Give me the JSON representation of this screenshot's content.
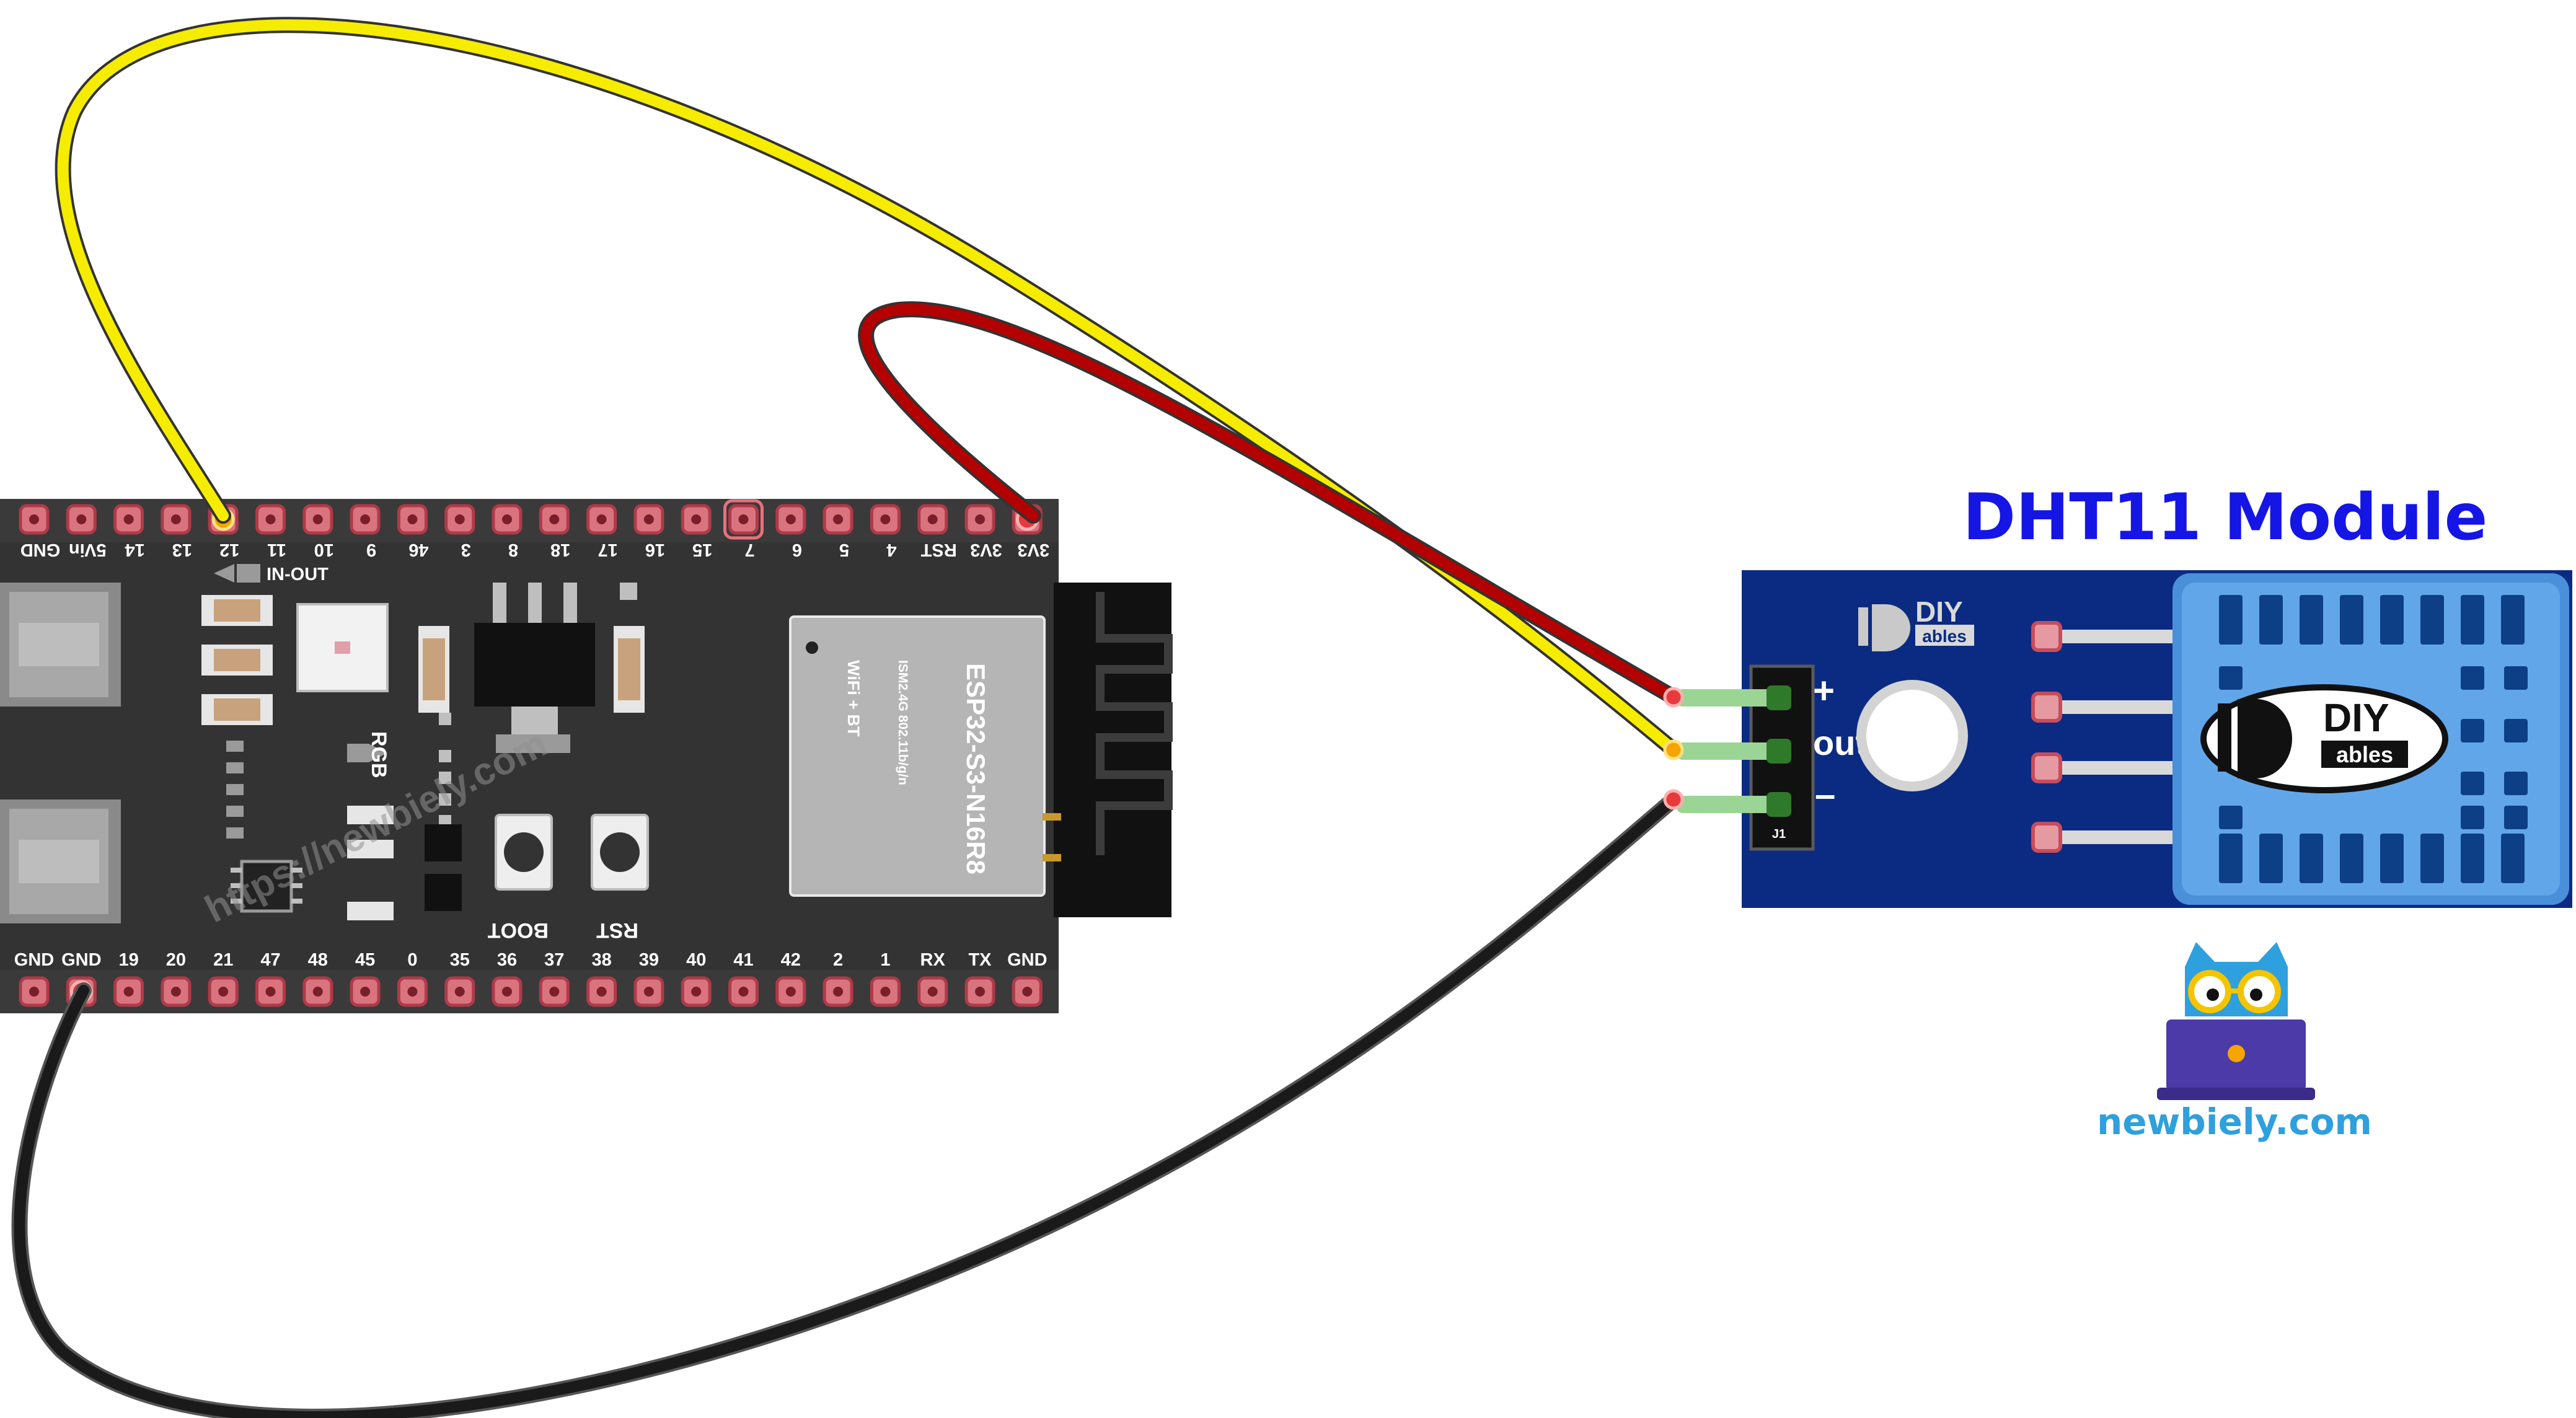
{
  "diagram_title": "DHT11 Module",
  "esp32": {
    "top_pins": [
      "GND",
      "5Vin",
      "14",
      "13",
      "12",
      "11",
      "10",
      "9",
      "46",
      "3",
      "8",
      "18",
      "17",
      "16",
      "15",
      "7",
      "6",
      "5",
      "4",
      "RST",
      "3V3",
      "3V3"
    ],
    "bottom_pins": [
      "GND",
      "GND",
      "19",
      "20",
      "21",
      "47",
      "48",
      "45",
      "0",
      "35",
      "36",
      "37",
      "38",
      "39",
      "40",
      "41",
      "42",
      "2",
      "1",
      "RX",
      "TX",
      "GND"
    ],
    "in_out_label": "IN-OUT",
    "rgb_label": "RGB",
    "boot_label": "BOOT",
    "rst_label": "RST",
    "chip": {
      "name": "ESP32-S3-N16R8",
      "spec": "ISM2.4G 802.11b/g/n",
      "radio": "WiFi + BT"
    }
  },
  "module": {
    "pin_plus": "+",
    "pin_out": "out",
    "pin_minus": "–",
    "header_id": "J1",
    "brand_top": "DIY",
    "brand_bottom": "ables",
    "sensor_brand_top": "DIY",
    "sensor_brand_bottom": "ables"
  },
  "site": "newbiely.com",
  "watermark": "https://newbiely.com",
  "wires": [
    {
      "color_name": "yellow",
      "color": "#f5ec00",
      "from": "12",
      "to": "out"
    },
    {
      "color_name": "red",
      "color": "#b30000",
      "from": "3V3",
      "to": "+"
    },
    {
      "color_name": "black",
      "color": "#1a1a1a",
      "from": "GND",
      "to": "–"
    }
  ],
  "colors": {
    "board": "#333333",
    "module": "#0b2b82",
    "title": "#1515e6",
    "site": "#2ea0de",
    "pin_pad": "#c94c5c"
  }
}
